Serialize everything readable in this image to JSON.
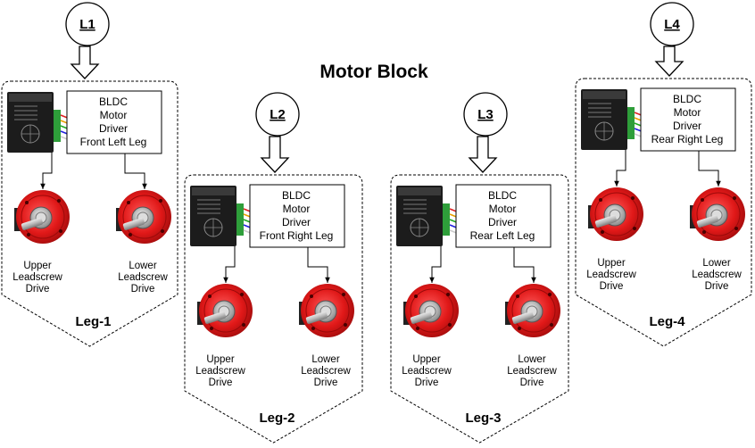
{
  "title": "Motor Block",
  "inputs": [
    "L1",
    "L2",
    "L3",
    "L4"
  ],
  "legs": [
    {
      "driver_lines": [
        "BLDC",
        "Motor",
        "Driver",
        "Front Left Leg"
      ],
      "upper_motor_lines": [
        "Upper",
        "Leadscrew",
        "Drive"
      ],
      "lower_motor_lines": [
        "Lower",
        "Leadscrew",
        "Drive"
      ],
      "name": "Leg-1"
    },
    {
      "driver_lines": [
        "BLDC",
        "Motor",
        "Driver",
        "Front Right Leg"
      ],
      "upper_motor_lines": [
        "Upper",
        "Leadscrew",
        "Drive"
      ],
      "lower_motor_lines": [
        "Lower",
        "Leadscrew",
        "Drive"
      ],
      "name": "Leg-2"
    },
    {
      "driver_lines": [
        "BLDC",
        "Motor",
        "Driver",
        "Rear Left Leg"
      ],
      "upper_motor_lines": [
        "Upper",
        "Leadscrew",
        "Drive"
      ],
      "lower_motor_lines": [
        "Lower",
        "Leadscrew",
        "Drive"
      ],
      "name": "Leg-3"
    },
    {
      "driver_lines": [
        "BLDC",
        "Motor",
        "Driver",
        "Rear Right Leg"
      ],
      "upper_motor_lines": [
        "Upper",
        "Leadscrew",
        "Drive"
      ],
      "lower_motor_lines": [
        "Lower",
        "Leadscrew",
        "Drive"
      ],
      "name": "Leg-4"
    }
  ]
}
